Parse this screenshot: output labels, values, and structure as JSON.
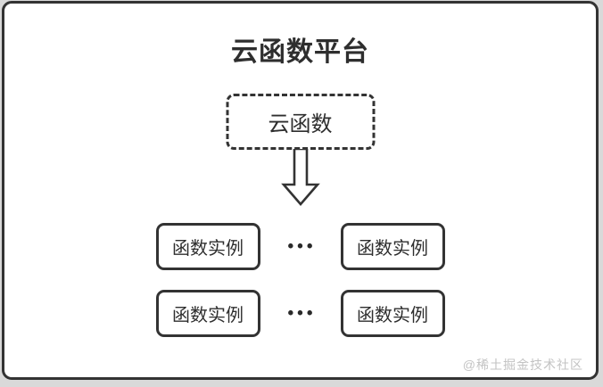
{
  "diagram": {
    "title": "云函数平台",
    "cloud_function": {
      "label": "云函数"
    },
    "rows": [
      {
        "left_instance": "函数实例",
        "dots": "•••",
        "right_instance": "函数实例"
      },
      {
        "left_instance": "函数实例",
        "dots": "•••",
        "right_instance": "函数实例"
      }
    ],
    "watermark": "@稀土掘金技术社区"
  },
  "icons": {
    "down_arrow": "hollow-down-arrow-icon"
  },
  "colors": {
    "stroke": "#333333",
    "text": "#2e2e2e",
    "surface": "#ffffff",
    "page_background": "#d9d9d9",
    "watermark": "#c3c3c3"
  }
}
